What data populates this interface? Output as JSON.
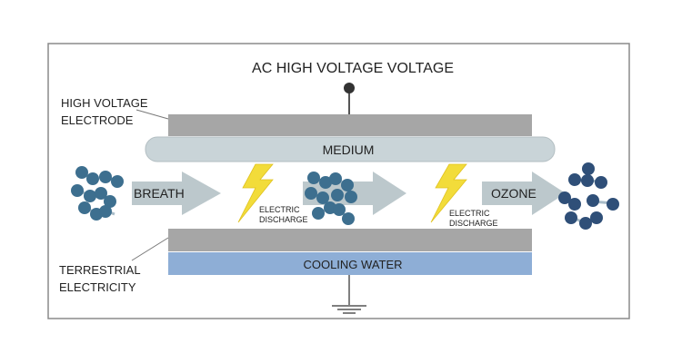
{
  "title": "AC HIGH VOLTAGE VOLTAGE",
  "labels": {
    "high_voltage_line1": "HIGH VOLTAGE",
    "high_voltage_line2": "ELECTRODE",
    "terrestrial_line1": "TERRESTRIAL",
    "terrestrial_line2": "ELECTRICITY",
    "medium": "MEDIUM",
    "breath": "BREATH",
    "ozone": "OZONE",
    "cooling_water": "COOLING WATER",
    "discharge_left_line1": "ELECTRIC",
    "discharge_left_line2": "DISCHARGE",
    "discharge_right_line1": "ELECTRIC",
    "discharge_right_line2": "DISCHARGE"
  },
  "icons": [
    "terminal-icon",
    "lightning-icon",
    "ground-icon",
    "oxygen-molecule-icon",
    "ozone-molecule-icon"
  ],
  "colors": {
    "electrode": "#a6a6a6",
    "medium": "#c9d4d8",
    "arrow": "#bcc8cc",
    "cooling_water": "#8eaed6",
    "molecule": "#3d6f8f",
    "lightning": "#f2dc3a",
    "frame": "#7f7f7f"
  }
}
